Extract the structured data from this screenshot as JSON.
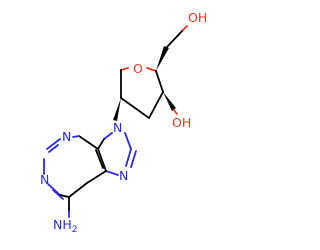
{
  "atoms": {
    "hydroxymethyl_oh": "OH",
    "ring_o": "O",
    "hydroxyl_oh": "OH",
    "n_a": "N",
    "n_b": "N",
    "n_c": "N",
    "n_d": "N",
    "amine": "NH",
    "amine_subscript": "2"
  },
  "colors": {
    "carbon_bond": "#000000",
    "nitrogen": "#2a2ae6",
    "oxygen": "#e23a1e",
    "background": "#ffffff"
  }
}
